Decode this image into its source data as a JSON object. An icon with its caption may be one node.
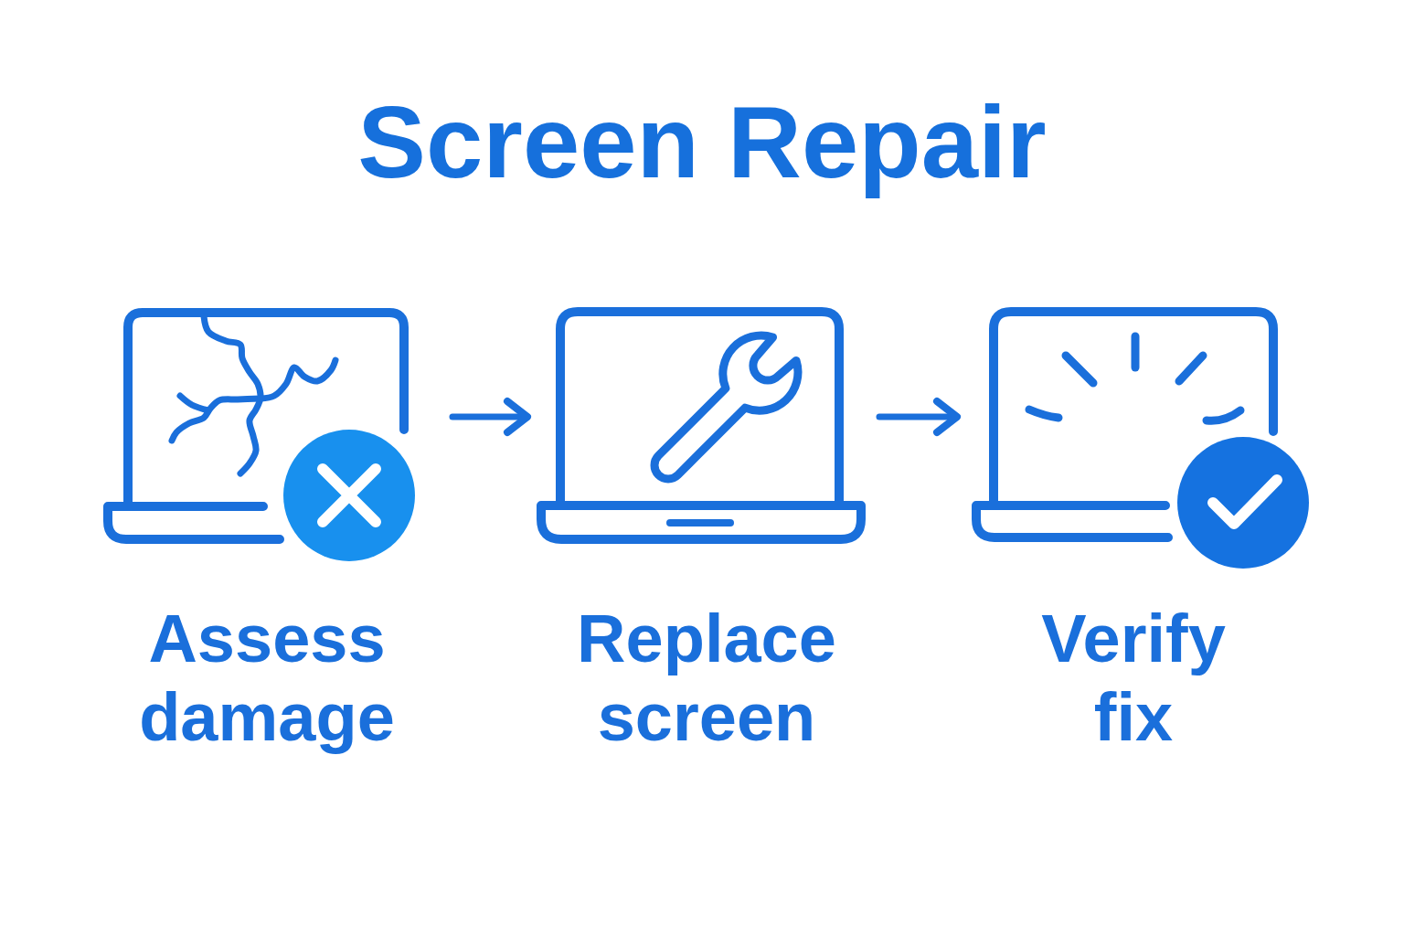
{
  "diagram": {
    "title": "Screen Repair",
    "nodes": [
      {
        "text": [
          "Assess damage"
        ]
      },
      {
        "text": [
          "Replace screen"
        ]
      },
      {
        "text": [
          "Verify fix"
        ]
      }
    ],
    "edges": [
      {
        "from": 0,
        "to": 1,
        "arrow": "to"
      },
      {
        "from": 1,
        "to": 2,
        "arrow": "to"
      }
    ]
  }
}
